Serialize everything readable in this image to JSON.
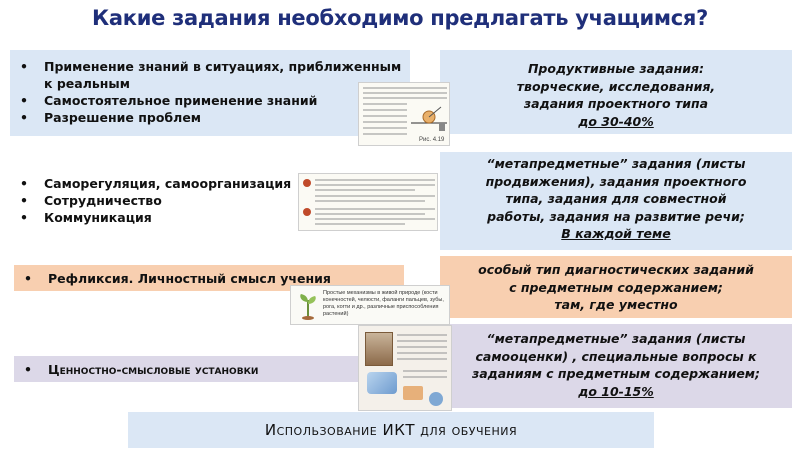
{
  "title": "Какие задания необходимо предлагать учащимся?",
  "rows": [
    {
      "left_items": [
        "Применение знаний в ситуациях, приближенным к реальным",
        "Самостоятельное применение знаний",
        "Разрешение проблем"
      ],
      "right_lines": [
        "Продуктивные задания:",
        "творческие, исследования,",
        "задания проектного типа",
        "до 30-40%"
      ],
      "left_color": "#dbe7f5",
      "right_color": "#dbe7f5"
    },
    {
      "left_items": [
        "Саморегуляция, самоорганизация",
        "Сотрудничество",
        "Коммуникация"
      ],
      "right_lines": [
        "“метапредметные” задания (листы",
        "продвижения), задания  проектного",
        "типа,  задания для совместной",
        "работы, задания на развитие  речи;",
        "В каждой теме"
      ],
      "left_color": "#ffffff",
      "right_color": "#dbe7f5"
    },
    {
      "left_items": [
        "Рефликсия. Личностный смысл учения"
      ],
      "right_lines": [
        "особый тип  диагностических заданий",
        "с предметным содержанием;",
        "там, где уместно"
      ],
      "left_color": "#f8cfb0",
      "right_color": "#f8cfb0"
    },
    {
      "left_items": [
        "Ценностно-смысловые установки"
      ],
      "right_lines": [
        "“метапредметные” задания (листы",
        "самооценки) , специальные вопросы к",
        "заданиям с предметным содержанием;",
        "до 10-15%"
      ],
      "left_color": "#dcd8e8",
      "right_color": "#dcd8e8"
    }
  ],
  "thumbnails": [
    {
      "icon": "textbook-page-physics-image",
      "caption": "Рис. 4.19"
    },
    {
      "icon": "textbook-page-questions-image"
    },
    {
      "icon": "textbook-page-mechanisms-image",
      "text": "Простые механизмы в живой природе (кости конечностей, челюсти, фаланги пальцев, зубы, рога, когти и др., различные приспособления растений)"
    },
    {
      "icon": "textbook-page-portrait-image"
    }
  ],
  "bottom_label": "Использование ИКТ для обучения"
}
